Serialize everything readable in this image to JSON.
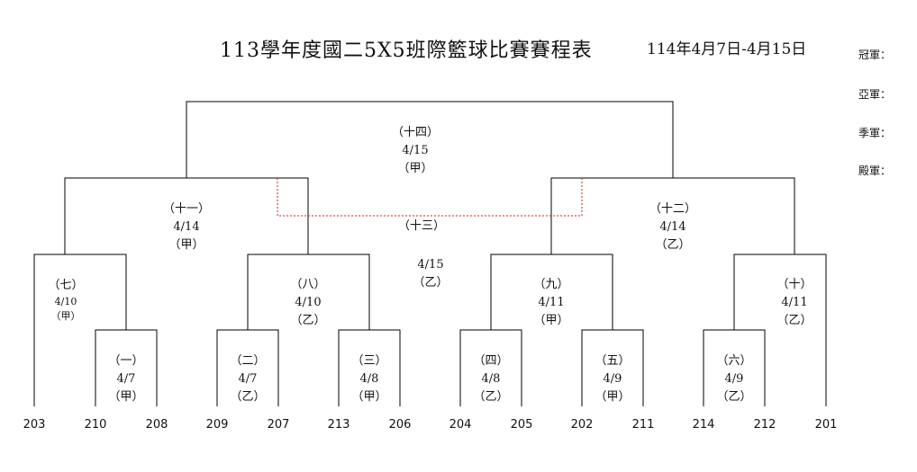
{
  "header": {
    "title": "113學年度國二5X5班際籃球比賽賽程表",
    "date_range": "114年4月7日-4月15日"
  },
  "rankings": [
    {
      "label": "冠軍："
    },
    {
      "label": "亞軍："
    },
    {
      "label": "季軍："
    },
    {
      "label": "殿軍："
    }
  ],
  "teams": [
    "203",
    "210",
    "208",
    "209",
    "207",
    "213",
    "206",
    "204",
    "205",
    "202",
    "211",
    "214",
    "212",
    "201"
  ],
  "matches": [
    {
      "id": "m1",
      "number": "（一）",
      "date": "4/7",
      "court": "（甲）"
    },
    {
      "id": "m2",
      "number": "（二）",
      "date": "4/7",
      "court": "（乙）"
    },
    {
      "id": "m3",
      "number": "（三）",
      "date": "4/8",
      "court": "（甲）"
    },
    {
      "id": "m4",
      "number": "（四）",
      "date": "4/8",
      "court": "（乙）"
    },
    {
      "id": "m5",
      "number": "（五）",
      "date": "4/9",
      "court": "（甲）"
    },
    {
      "id": "m6",
      "number": "（六）",
      "date": "4/9",
      "court": "（乙）"
    },
    {
      "id": "m7",
      "number": "（七）",
      "date": "4/10",
      "court": "（甲）"
    },
    {
      "id": "m8",
      "number": "（八）",
      "date": "4/10",
      "court": "（乙）"
    },
    {
      "id": "m9",
      "number": "（九）",
      "date": "4/11",
      "court": "（甲）"
    },
    {
      "id": "m10",
      "number": "（十）",
      "date": "4/11",
      "court": "（乙）"
    },
    {
      "id": "m11",
      "number": "（十一）",
      "date": "4/14",
      "court": "（甲）"
    },
    {
      "id": "m12",
      "number": "（十二）",
      "date": "4/14",
      "court": "（乙）"
    },
    {
      "id": "m13",
      "number": "（十三）",
      "date": "4/15",
      "court": "（乙）"
    },
    {
      "id": "m14",
      "number": "（十四）",
      "date": "4/15",
      "court": "（甲）"
    }
  ],
  "colors": {
    "line": "#000000",
    "third_place_line": "#cc2222"
  }
}
